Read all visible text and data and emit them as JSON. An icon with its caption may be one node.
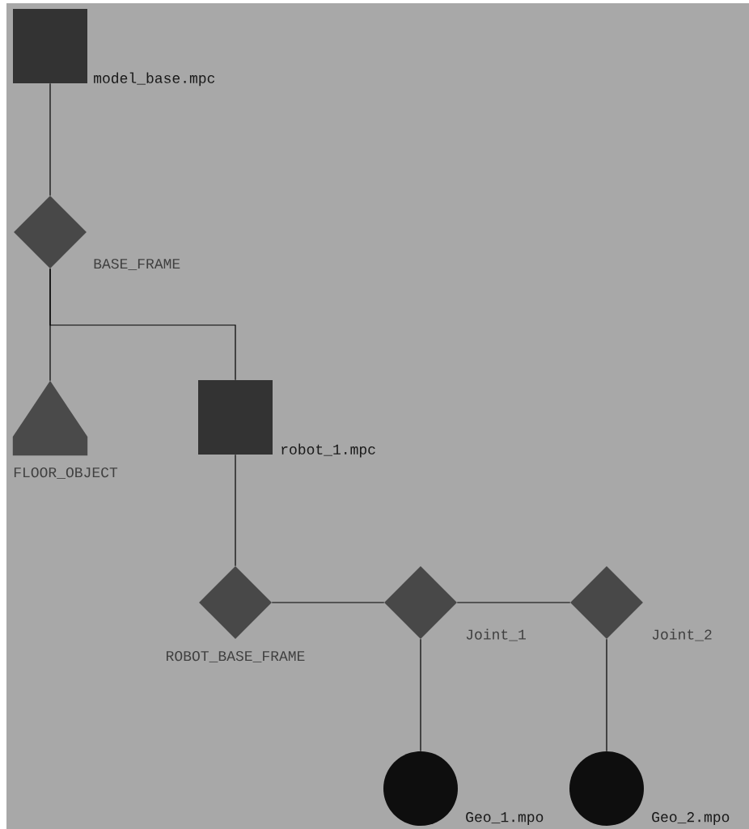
{
  "diagram": {
    "nodes": [
      {
        "text": [
          "model_base.mpc"
        ]
      },
      {
        "text": [
          "BASE_FRAME"
        ]
      },
      {
        "text": [
          "FLOOR_OBJECT"
        ]
      },
      {
        "text": [
          "robot_1.mpc"
        ]
      },
      {
        "text": [
          "ROBOT_BASE_FRAME"
        ]
      },
      {
        "text": [
          "Joint_1"
        ]
      },
      {
        "text": [
          "Joint_2"
        ]
      },
      {
        "text": [
          "Geo_1.mpo"
        ]
      },
      {
        "text": [
          "Geo_2.mpo"
        ]
      }
    ],
    "edges": [
      {
        "from": 0,
        "to": 1,
        "arrow": "none"
      },
      {
        "from": 1,
        "to": 2,
        "arrow": "none"
      },
      {
        "from": 1,
        "to": 3,
        "arrow": "none"
      },
      {
        "from": 3,
        "to": 4,
        "arrow": "none"
      },
      {
        "from": 4,
        "to": 5,
        "arrow": "none"
      },
      {
        "from": 5,
        "to": 6,
        "arrow": "none"
      },
      {
        "from": 5,
        "to": 7,
        "arrow": "none"
      },
      {
        "from": 6,
        "to": 8,
        "arrow": "none"
      }
    ]
  }
}
